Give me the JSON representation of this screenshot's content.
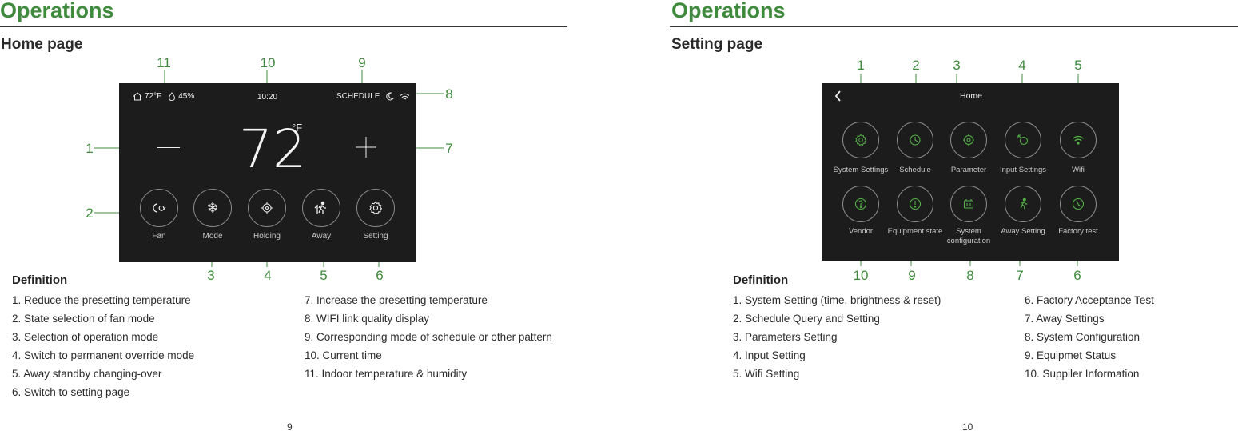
{
  "left": {
    "section_title": "Operations",
    "page_title": "Home page",
    "callouts": [
      "1",
      "2",
      "3",
      "4",
      "5",
      "6",
      "7",
      "8",
      "9",
      "10",
      "11"
    ],
    "screen": {
      "indoor_temp": "72°F",
      "humidity": "45%",
      "time": "10:20",
      "schedule_label": "SCHEDULE",
      "set_temp": "72",
      "temp_unit": "°F",
      "buttons": [
        "Fan",
        "Mode",
        "Holding",
        "Away",
        "Setting"
      ]
    },
    "definition_title": "Definition",
    "definitions_col1": [
      "1.  Reduce the presetting temperature",
      "2.  State selection of fan mode",
      "3.  Selection of operation mode",
      "4.  Switch to permanent override mode",
      "5.  Away standby changing-over",
      "6.  Switch to setting page"
    ],
    "definitions_col2": [
      "7.  Increase the presetting temperature",
      "8.  WIFI link quality display",
      "9.  Corresponding mode of schedule or other pattern",
      "10. Current time",
      "11. Indoor temperature & humidity"
    ],
    "page_number": "9"
  },
  "right": {
    "section_title": "Operations",
    "page_title": "Setting page",
    "callouts_top": [
      "1",
      "2",
      "3",
      "4",
      "5"
    ],
    "callouts_bottom": [
      "10",
      "9",
      "8",
      "7",
      "6"
    ],
    "screen": {
      "header_title": "Home",
      "row1": [
        "System Settings",
        "Schedule",
        "Parameter",
        "Input Settings",
        "Wifi"
      ],
      "row2": [
        "Vendor",
        "Equipment state",
        "System configuration",
        "Away Setting",
        "Factory test"
      ]
    },
    "definition_title": "Definition",
    "definitions_col1": [
      "1.  System Setting (time, brightness & reset)",
      "2.  Schedule Query and Setting",
      "3.  Parameters Setting",
      "4.  Input Setting",
      "5.  Wifi Setting"
    ],
    "definitions_col2": [
      "6.  Factory Acceptance Test",
      "7.  Away Settings",
      "8.  System Configuration",
      "9.  Equipmet Status",
      "10.  Suppiler Information"
    ],
    "page_number": "10"
  },
  "colors": {
    "accent": "#3f8a3c",
    "screen_bg": "#1c1c1c",
    "icon_green": "#55b048"
  },
  "icons": [
    "home-icon",
    "droplet-icon",
    "moon-icon",
    "wifi-icon",
    "fan-icon",
    "snowflake-icon",
    "holding-icon",
    "away-icon",
    "gear-icon",
    "back-chevron-icon",
    "question-icon",
    "info-icon"
  ]
}
